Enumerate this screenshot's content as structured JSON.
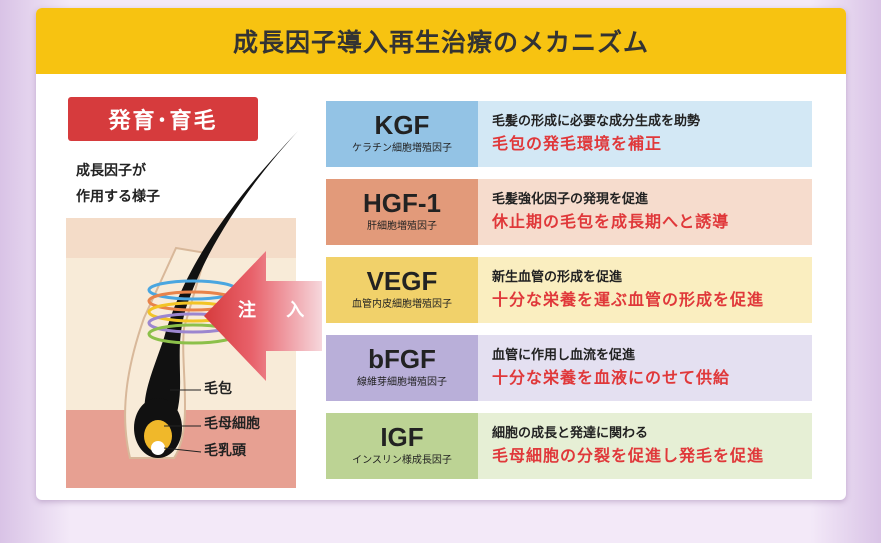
{
  "title": "成長因子導入再生治療のメカニズム",
  "badge": "発育･育毛",
  "caption": [
    "成長因子が",
    "作用する様子"
  ],
  "hair_parts": {
    "bulb": "毛包",
    "matrix": "毛母細胞",
    "papilla": "毛乳頭"
  },
  "inject_label": "注 入",
  "factors": [
    {
      "abbr": "KGF",
      "full": "ケラチン細胞増殖因子",
      "line1": "毛髪の形成に必要な成分生成を助勢",
      "line2": "毛包の発毛環境を補正",
      "name_color": "#93c3e5",
      "desc_color": "#d3e8f5"
    },
    {
      "abbr": "HGF-1",
      "full": "肝細胞増殖因子",
      "line1": "毛髪強化因子の発現を促進",
      "line2": "休止期の毛包を成長期へと誘導",
      "name_color": "#e29a7a",
      "desc_color": "#f6dccd"
    },
    {
      "abbr": "VEGF",
      "full": "血管内皮細胞増殖因子",
      "line1": "新生血管の形成を促進",
      "line2": "十分な栄養を運ぶ血管の形成を促進",
      "name_color": "#f1d16a",
      "desc_color": "#faeec0"
    },
    {
      "abbr": "bFGF",
      "full": "線維芽細胞増殖因子",
      "line1": "血管に作用し血流を促進",
      "line2": "十分な栄養を血液にのせて供給",
      "name_color": "#b9afd9",
      "desc_color": "#e4e0f1"
    },
    {
      "abbr": "IGF",
      "full": "インスリン様成長因子",
      "line1": "細胞の成長と発達に関わる",
      "line2": "毛母細胞の分裂を促進し発毛を促進",
      "name_color": "#bcd394",
      "desc_color": "#e6efd5"
    }
  ]
}
